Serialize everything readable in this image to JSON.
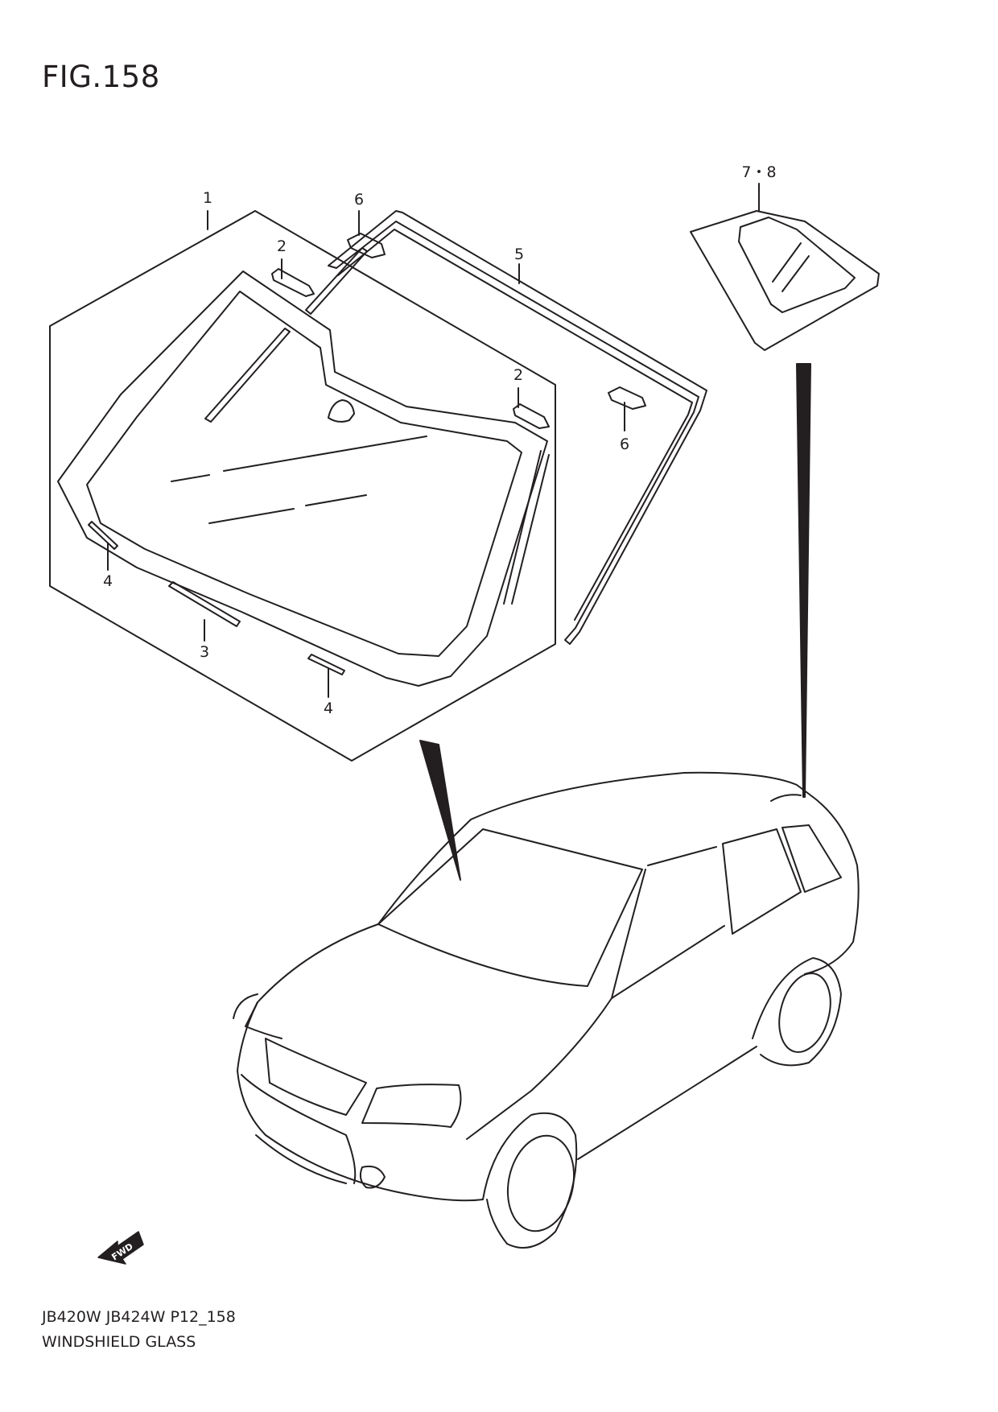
{
  "figure": {
    "title": "FIG.158",
    "model_code": "JB420W JB424W P12_158",
    "caption": "WINDSHIELD GLASS"
  },
  "callouts": {
    "c1": "1",
    "c2a": "2",
    "c2b": "2",
    "c3": "3",
    "c4a": "4",
    "c4b": "4",
    "c5": "5",
    "c6a": "6",
    "c6b": "6",
    "c78": "7・8"
  },
  "direction_marker": {
    "label": "FWD",
    "icon": "forward-arrow-icon"
  },
  "colors": {
    "line": "#231f20",
    "background": "#ffffff"
  }
}
